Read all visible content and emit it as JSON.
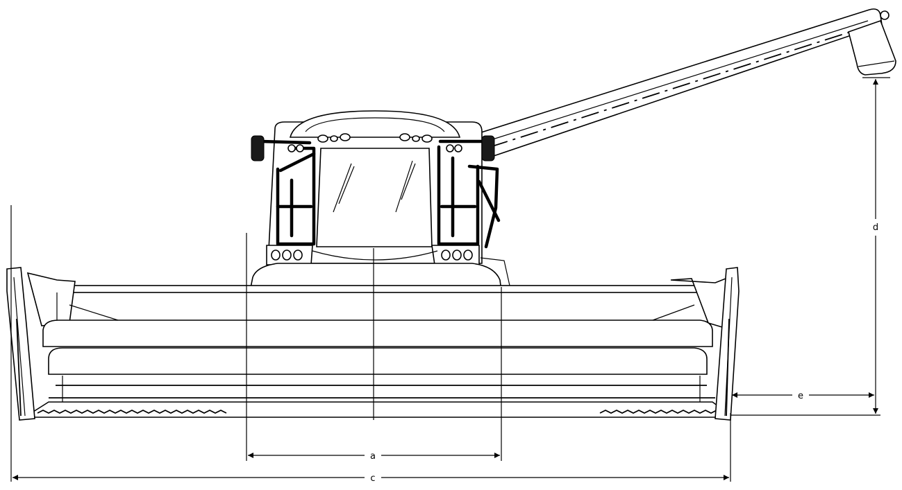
{
  "diagram": {
    "dimension_labels": {
      "a": "a",
      "c": "c",
      "d": "d",
      "e": "e"
    },
    "colors": {
      "line": "#000000",
      "background": "#ffffff"
    }
  }
}
